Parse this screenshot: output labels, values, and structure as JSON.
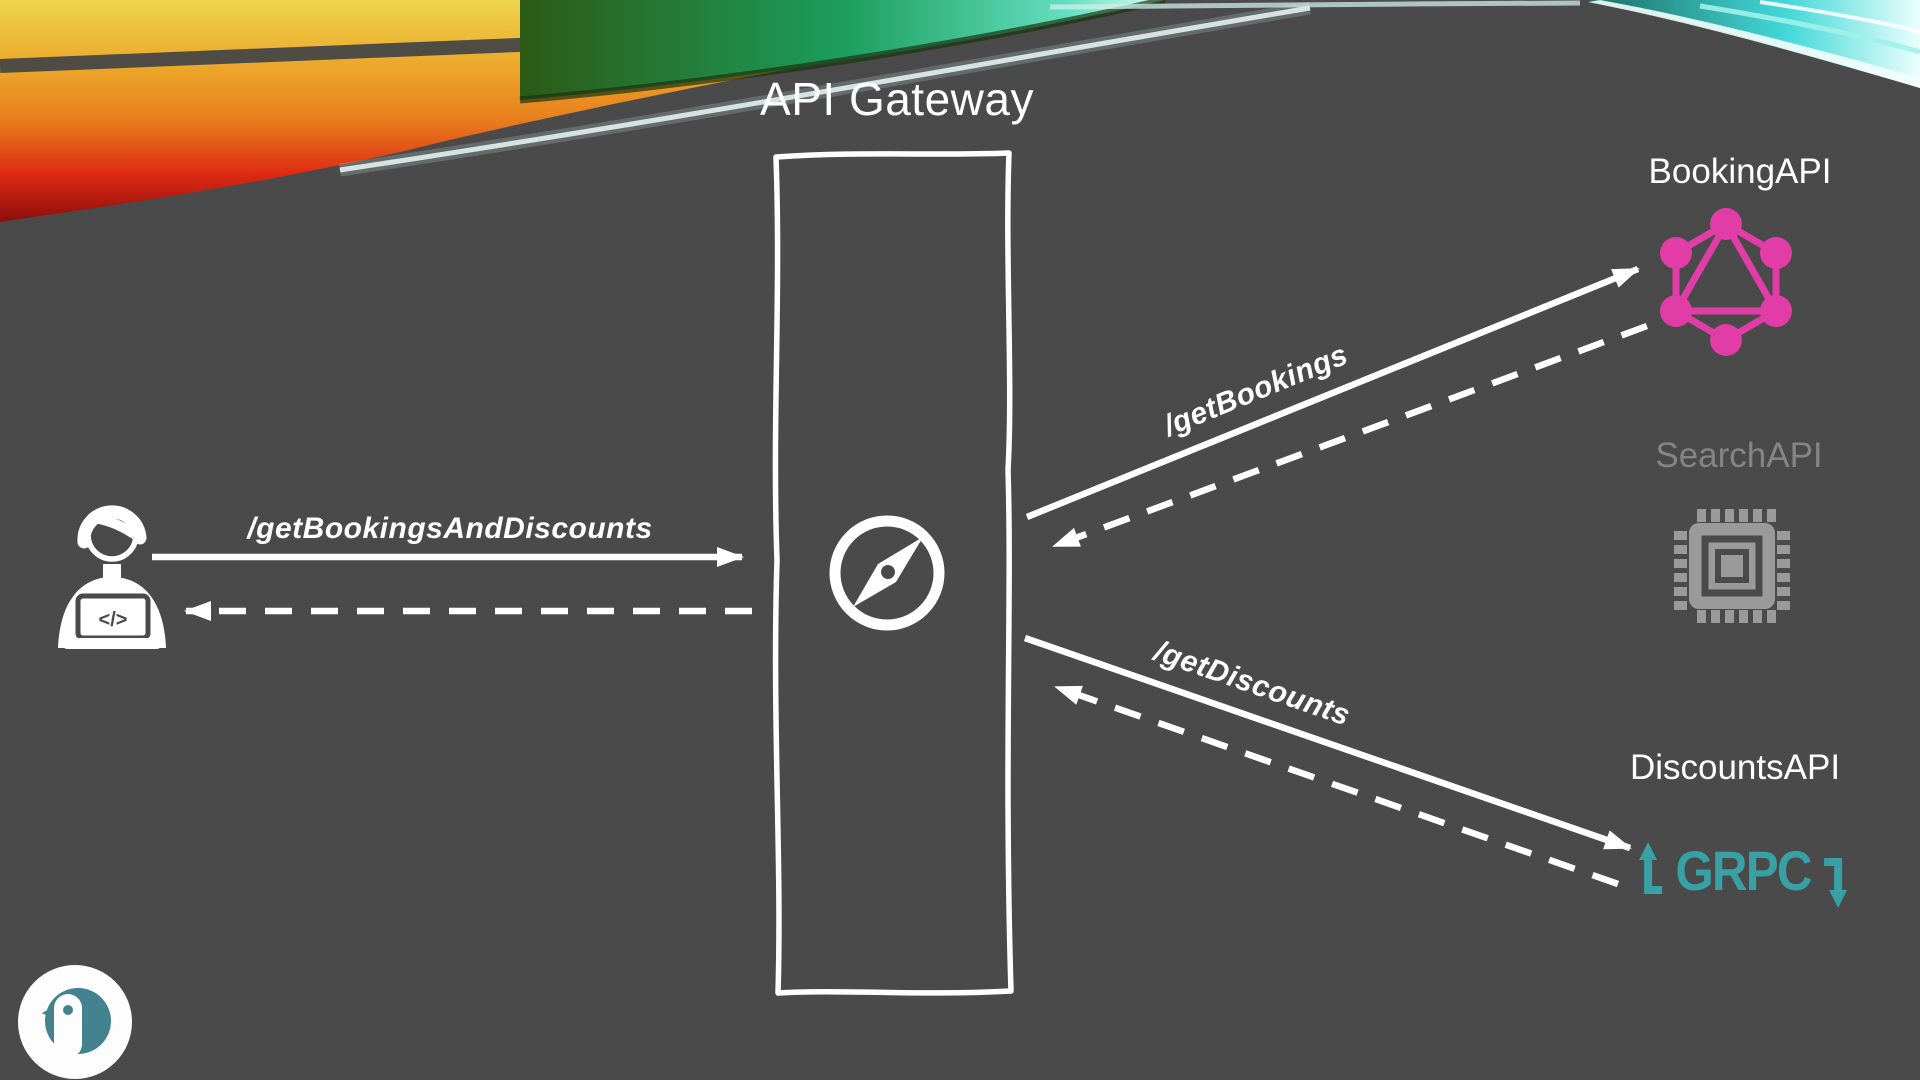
{
  "gateway": {
    "label": "API Gateway"
  },
  "client": {
    "request_label": "/getBookingsAndDiscounts",
    "laptop_code": "</>"
  },
  "services": {
    "booking": {
      "name": "BookingAPI",
      "request_label": "/getBookings",
      "logo": "graphql-logo"
    },
    "search": {
      "name": "SearchAPI",
      "logo": "cpu-chip",
      "state": "dimmed"
    },
    "discounts": {
      "name": "DiscountsAPI",
      "request_label": "/getDiscounts",
      "logo_text": "GRPC"
    }
  },
  "colors": {
    "background": "#4a4a4a",
    "arrow_white": "#ffffff",
    "graphql_pink": "#e23ca6",
    "grpc_teal": "#38a1a6",
    "dimmed_gray": "#858585",
    "bird_teal": "#45828f"
  }
}
